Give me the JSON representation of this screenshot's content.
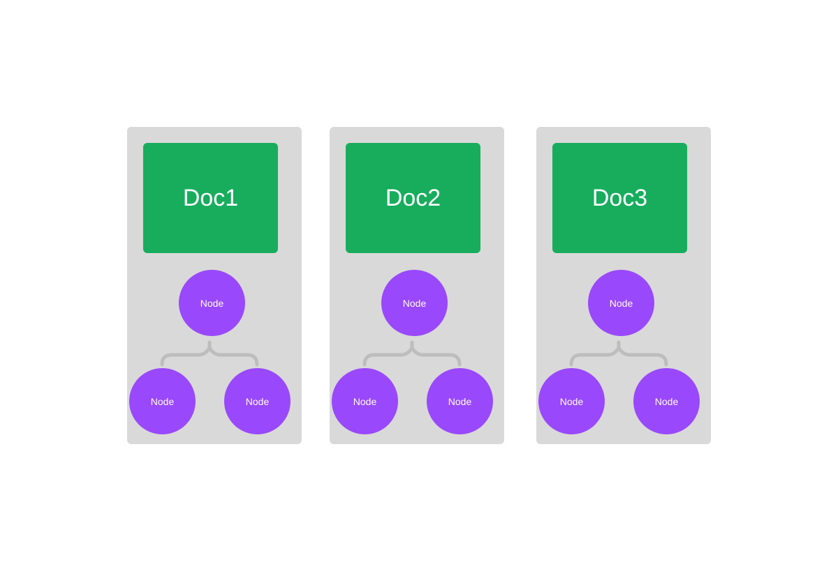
{
  "colors": {
    "background": "#ffffff",
    "card": "#d9d9d9",
    "document": "#18ad5d",
    "node": "#9948fb",
    "connector": "#bdbdbd"
  },
  "documents": [
    {
      "label": "Doc1",
      "root_node": "Node",
      "children": [
        "Node",
        "Node"
      ]
    },
    {
      "label": "Doc2",
      "root_node": "Node",
      "children": [
        "Node",
        "Node"
      ]
    },
    {
      "label": "Doc3",
      "root_node": "Node",
      "children": [
        "Node",
        "Node"
      ]
    }
  ]
}
